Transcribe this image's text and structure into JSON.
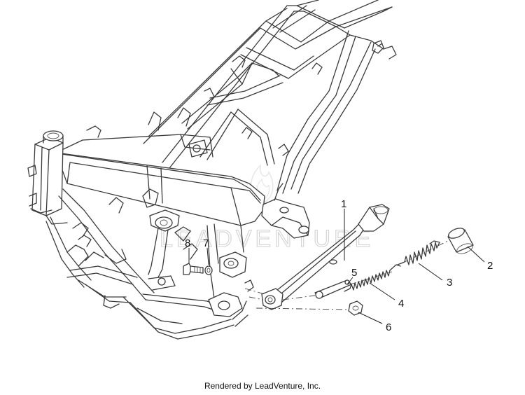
{
  "watermark": "LEADVENTURE",
  "callouts": {
    "c1": "1",
    "c2": "2",
    "c3": "3",
    "c4": "4",
    "c5": "5",
    "c6": "6",
    "c7": "7",
    "c8": "8"
  },
  "footer": "Rendered by LeadVenture, Inc."
}
